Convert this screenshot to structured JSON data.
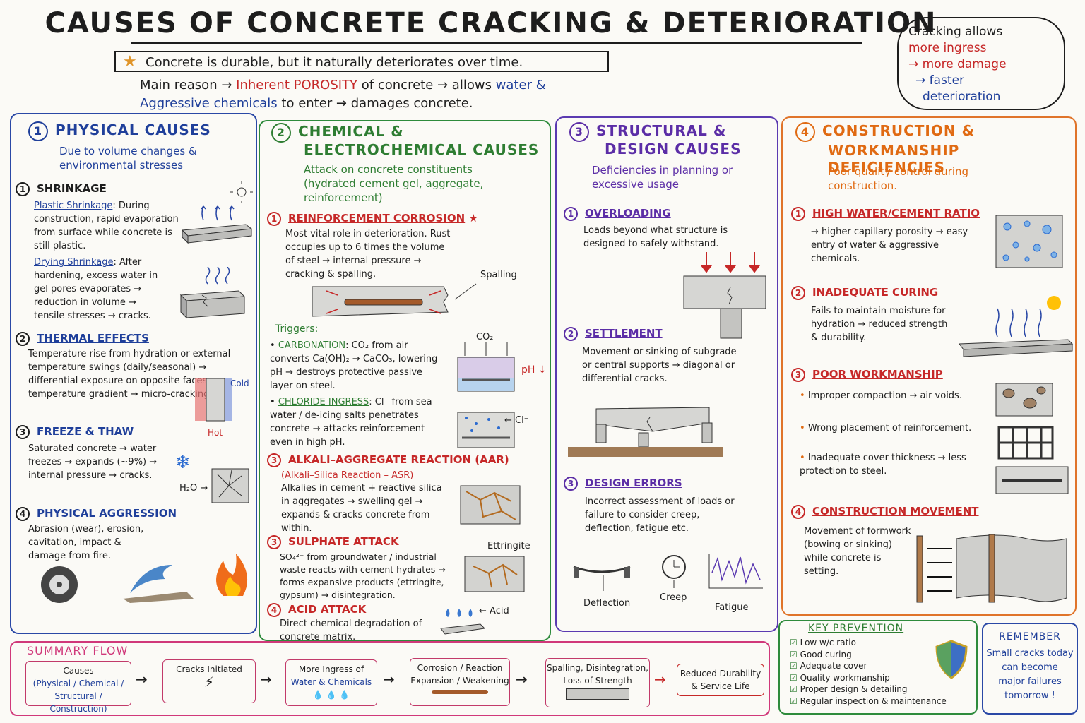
{
  "title": "CAUSES OF CONCRETE CRACKING & DETERIORATION",
  "intro": {
    "line1": "Concrete is durable, but it naturally deteriorates over time.",
    "line2a": "Main reason →",
    "line2b": "Inherent",
    "line2c": "POROSITY",
    "line2d": "of concrete → allows",
    "line2e": "water &",
    "line3a": "Aggressive chemicals",
    "line3b": "to enter → damages concrete."
  },
  "cloud": {
    "l1": "Cracking allows",
    "l2": "more ingress",
    "l3": "→ more damage",
    "l4": "→ faster",
    "l5": "deterioration"
  },
  "physical": {
    "num": "1",
    "title": "PHYSICAL CAUSES",
    "subtitle": "Due to volume changes & environmental stresses",
    "s1_title": "SHRINKAGE",
    "s1_a_head": "Plastic Shrinkage",
    "s1_a_text": ": During construction, rapid evaporation from surface while concrete is still plastic.",
    "s1_b_head": "Drying Shrinkage",
    "s1_b_text": ": After hardening, excess water in gel pores evaporates → reduction in volume → tensile stresses → cracks.",
    "s2_title": "THERMAL EFFECTS",
    "s2_text": "Temperature rise from hydration or external temperature swings (daily/seasonal) → differential exposure on opposite faces → temperature gradient → micro-cracking.",
    "s2_cold": "Cold",
    "s2_hot": "Hot",
    "s3_title": "FREEZE & THAW",
    "s3_text": "Saturated concrete → water freezes → expands (~9%) → internal pressure → cracks.",
    "s3_h2o": "H₂O →",
    "s4_title": "PHYSICAL AGGRESSION",
    "s4_text": "Abrasion (wear), erosion, cavitation, impact & damage from fire."
  },
  "chemical": {
    "num": "2",
    "title1": "CHEMICAL &",
    "title2": "ELECTROCHEMICAL CAUSES",
    "subtitle": "Attack on concrete constituents (hydrated cement gel, aggregate, reinforcement)",
    "s1_title": "REINFORCEMENT CORROSION",
    "s1_text": "Most vital role in deterioration. Rust occupies up to 6 times the volume of steel → internal pressure → cracking & spalling.",
    "spalling": "Spalling",
    "triggers": "Triggers:",
    "carb_head": "CARBONATION",
    "carb_text": ": CO₂ from air converts Ca(OH)₂ → CaCO₃, lowering pH → destroys protective passive layer on steel.",
    "co2": "CO₂",
    "ph": "pH ↓",
    "chl_head": "CHLORIDE INGRESS",
    "chl_text": ": Cl⁻ from sea water / de-icing salts penetrates concrete → attacks reinforcement even in high pH.",
    "cl": "← Cl⁻",
    "s3_title": "ALKALI–AGGREGATE REACTION (AAR)",
    "s3_sub": "(Alkali–Silica Reaction – ASR)",
    "s3_text": "Alkalies in cement + reactive silica in aggregates → swelling gel → expands & cracks concrete from within.",
    "s4_title": "SULPHATE ATTACK",
    "s4_text": "SO₄²⁻ from groundwater / industrial waste reacts with cement hydrates → forms expansive products (ettringite, gypsum) → disintegration.",
    "ettringite": "Ettringite",
    "s5_title": "ACID ATTACK",
    "s5_text": "Direct chemical degradation of concrete matrix.",
    "acid": "← Acid"
  },
  "structural": {
    "num": "3",
    "title1": "STRUCTURAL &",
    "title2": "DESIGN CAUSES",
    "subtitle": "Deficiencies in planning or excessive usage",
    "s1_title": "OVERLOADING",
    "s1_text": "Loads beyond what structure is designed to safely withstand.",
    "s2_title": "SETTLEMENT",
    "s2_text": "Movement or sinking of subgrade or central supports → diagonal or differential cracks.",
    "s3_title": "DESIGN ERRORS",
    "s3_text": "Incorrect assessment of loads or failure to consider creep, deflection, fatigue etc.",
    "deflection": "Deflection",
    "creep": "Creep",
    "fatigue": "Fatigue"
  },
  "construction": {
    "num": "4",
    "title1": "CONSTRUCTION &",
    "title2": "WORKMANSHIP DEFICIENCIES",
    "subtitle": "Poor quality control during construction.",
    "s1_title": "HIGH WATER/CEMENT RATIO",
    "s1_text": "→ higher capillary porosity → easy entry of water & aggressive chemicals.",
    "s2_title": "INADEQUATE CURING",
    "s2_text": "Fails to maintain moisture for hydration → reduced strength & durability.",
    "s3_title": "POOR WORKMANSHIP",
    "s3_b1": "Improper compaction → air voids.",
    "s3_b2": "Wrong placement of reinforcement.",
    "s3_b3": "Inadequate cover thickness → less protection to steel.",
    "s4_title": "CONSTRUCTION MOVEMENT",
    "s4_text": "Movement of formwork (bowing or sinking) while concrete is setting."
  },
  "summary": {
    "title": "SUMMARY FLOW",
    "steps": [
      {
        "l1": "Causes",
        "l2": "(Physical / Chemical /",
        "l3": "Structural / Construction)"
      },
      {
        "l1": "Cracks Initiated"
      },
      {
        "l1": "More Ingress of",
        "l2": "Water & Chemicals"
      },
      {
        "l1": "Corrosion / Reaction",
        "l2": "Expansion / Weakening"
      },
      {
        "l1": "Spalling, Disintegration,",
        "l2": "Loss of Strength"
      },
      {
        "l1": "Reduced Durability",
        "l2": "& Service Life"
      }
    ]
  },
  "prevention": {
    "title": "KEY PREVENTION",
    "items": [
      "Low w/c ratio",
      "Good curing",
      "Adequate cover",
      "Quality workmanship",
      "Proper design & detailing",
      "Regular inspection & maintenance"
    ]
  },
  "remember": {
    "title": "REMEMBER",
    "l1": "Small cracks today",
    "l2": "can become",
    "l3": "major failures",
    "l4": "tomorrow !"
  },
  "colors": {
    "blue": "#2a48a6",
    "green": "#2e8b3c",
    "purple": "#5b3ab1",
    "orange": "#e0742a",
    "red": "#c62828",
    "pink": "#d0387a"
  }
}
